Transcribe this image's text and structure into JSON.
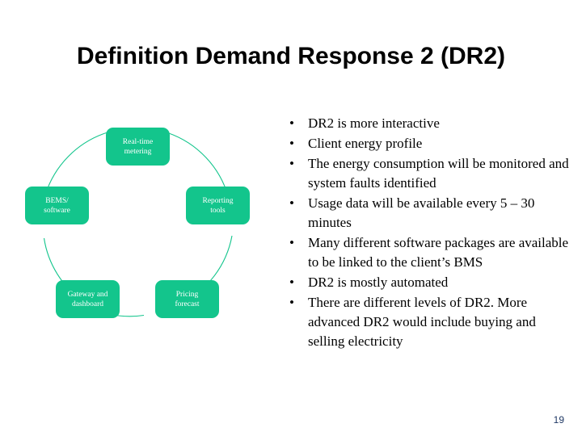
{
  "slide": {
    "title": "Definition Demand Response 2 (DR2)",
    "page_number": "19",
    "background_color": "#ffffff",
    "accent_color": "#13C58C",
    "page_number_color": "#1F3864"
  },
  "diagram": {
    "type": "cycle",
    "node_fill": "#13C58C",
    "node_text_color": "#ffffff",
    "connector_color": "#13C58C",
    "nodes": [
      {
        "label": "Real-time\nmetering",
        "position": "top"
      },
      {
        "label": "Reporting\ntools",
        "position": "right"
      },
      {
        "label": "Pricing\nforecast",
        "position": "bottom-right"
      },
      {
        "label": "Gateway and\ndashboard",
        "position": "bottom-left"
      },
      {
        "label": "BEMS/\nsoftware",
        "position": "left"
      }
    ]
  },
  "bullets": {
    "marker": "•",
    "items": [
      {
        "text": "DR2 is more interactive"
      },
      {
        "text": "Client energy profile"
      },
      {
        "text": "The energy consumption will be monitored and system faults identified"
      },
      {
        "text": "Usage data will be available every 5 –  30 minutes"
      },
      {
        "text": "Many different software packages are available to be linked to the client’s BMS"
      },
      {
        "text": "DR2 is mostly automated"
      },
      {
        "text": "There are different levels of DR2. More advanced DR2 would include buying and selling electricity"
      }
    ]
  }
}
